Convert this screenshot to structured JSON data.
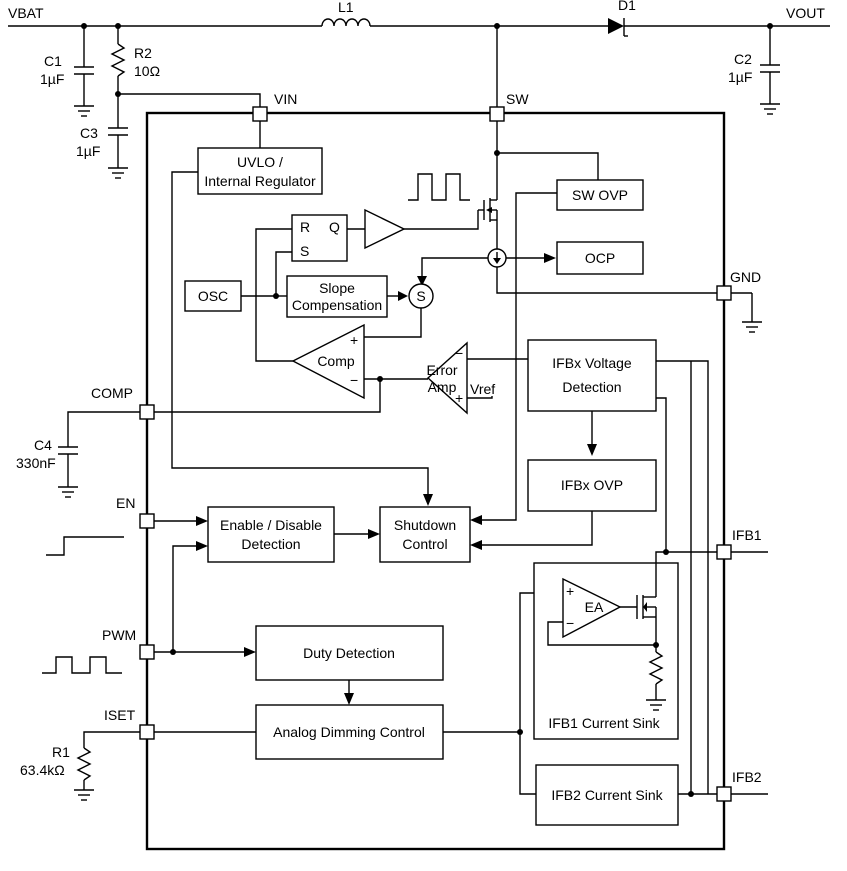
{
  "pins": {
    "vin": "VIN",
    "sw": "SW",
    "gnd": "GND",
    "comp": "COMP",
    "en": "EN",
    "pwm": "PWM",
    "iset": "ISET",
    "ifb1": "IFB1",
    "ifb2": "IFB2"
  },
  "nets": {
    "vbat": "VBAT",
    "vout": "VOUT"
  },
  "components": {
    "l1": "L1",
    "d1": "D1",
    "c1_name": "C1",
    "c1_value": "1µF",
    "c2_name": "C2",
    "c2_value": "1µF",
    "c3_name": "C3",
    "c3_value": "1µF",
    "c4_name": "C4",
    "c4_value": "330nF",
    "r1_name": "R1",
    "r1_value": "63.4kΩ",
    "r2_name": "R2",
    "r2_value": "10Ω"
  },
  "blocks": {
    "uvlo_line1": "UVLO /",
    "uvlo_line2": "Internal Regulator",
    "sw_ovp": "SW OVP",
    "ocp": "OCP",
    "osc": "OSC",
    "slope_line1": "Slope",
    "slope_line2": "Compensation",
    "sum": "S",
    "comp": "Comp",
    "error_line1": "Error",
    "error_line2": "Amp",
    "vref": "Vref",
    "ifbx_detect_line1": "IFBx Voltage",
    "ifbx_detect_line2": "Detection",
    "ifbx_ovp": "IFBx OVP",
    "enable_line1": "Enable / Disable",
    "enable_line2": "Detection",
    "shutdown_line1": "Shutdown",
    "shutdown_line2": "Control",
    "duty": "Duty Detection",
    "analog": "Analog Dimming Control",
    "ea": "EA",
    "ifb1_sink": "IFB1 Current Sink",
    "ifb2_sink": "IFB2 Current Sink"
  },
  "latch": {
    "r": "R",
    "s": "S",
    "q": "Q"
  },
  "signs": {
    "plus": "+",
    "minus": "−"
  }
}
